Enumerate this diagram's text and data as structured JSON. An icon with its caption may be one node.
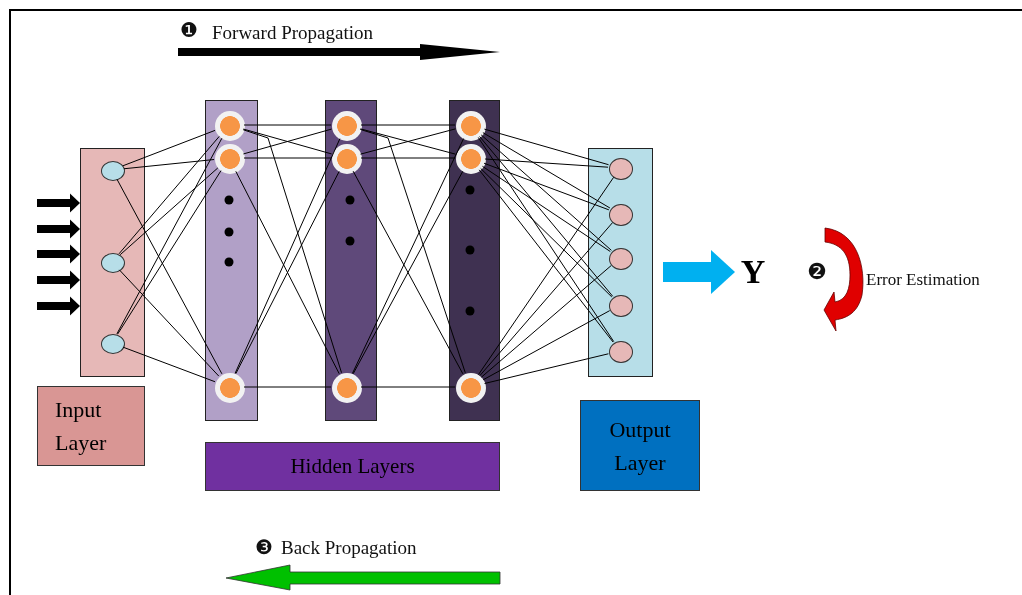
{
  "diagram": {
    "nodes": [
      {
        "text": [],
        "shape": "bar"
      },
      {
        "text": [],
        "shape": "circle",
        "in": 0
      },
      {
        "text": [],
        "shape": "circle",
        "in": 0
      },
      {
        "text": [],
        "shape": "circle",
        "in": 0
      },
      {
        "text": [],
        "shape": "bar"
      },
      {
        "text": [],
        "shape": "circle",
        "in": 4
      },
      {
        "text": [],
        "shape": "circle",
        "in": 4
      },
      {
        "text": [],
        "shape": "circle",
        "in": 4
      },
      {
        "text": [],
        "shape": "bar"
      },
      {
        "text": [],
        "shape": "circle",
        "in": 8
      },
      {
        "text": [],
        "shape": "circle",
        "in": 8
      },
      {
        "text": [],
        "shape": "circle",
        "in": 8
      },
      {
        "text": [],
        "shape": "bar"
      },
      {
        "text": [],
        "shape": "circle",
        "in": 12
      },
      {
        "text": [],
        "shape": "circle",
        "in": 12
      },
      {
        "text": [],
        "shape": "circle",
        "in": 12
      },
      {
        "text": [],
        "shape": "bar"
      },
      {
        "text": [],
        "shape": "circle",
        "in": 16
      },
      {
        "text": [],
        "shape": "circle",
        "in": 16
      },
      {
        "text": [],
        "shape": "circle",
        "in": 16
      },
      {
        "text": [],
        "shape": "circle",
        "in": 16
      },
      {
        "text": [],
        "shape": "circle",
        "in": 16
      },
      {
        "text": [
          "Y"
        ]
      },
      {
        "text": [
          "Input Layer"
        ]
      },
      {
        "text": [
          "Hidden Layers"
        ]
      },
      {
        "text": [
          "Output Layer"
        ]
      }
    ],
    "edges": [
      {
        "from": null,
        "to": 0,
        "arrow": "to",
        "style": "thick"
      },
      {
        "from": null,
        "to": 0,
        "arrow": "to",
        "style": "thick"
      },
      {
        "from": null,
        "to": 0,
        "arrow": "to",
        "style": "thick"
      },
      {
        "from": null,
        "to": 0,
        "arrow": "to",
        "style": "thick"
      },
      {
        "from": null,
        "to": 0,
        "arrow": "to",
        "style": "thick"
      },
      {
        "from": 1,
        "to": 5,
        "arrow": "none"
      },
      {
        "from": 1,
        "to": 6,
        "arrow": "none"
      },
      {
        "from": 1,
        "to": 7,
        "arrow": "none"
      },
      {
        "from": 2,
        "to": 5,
        "arrow": "none"
      },
      {
        "from": 2,
        "to": 6,
        "arrow": "none"
      },
      {
        "from": 2,
        "to": 7,
        "arrow": "none"
      },
      {
        "from": 3,
        "to": 5,
        "arrow": "none"
      },
      {
        "from": 3,
        "to": 6,
        "arrow": "none"
      },
      {
        "from": 3,
        "to": 7,
        "arrow": "none"
      },
      {
        "from": 5,
        "to": 9,
        "arrow": "none"
      },
      {
        "from": 5,
        "to": 10,
        "arrow": "none"
      },
      {
        "from": 5,
        "to": 11,
        "arrow": "none"
      },
      {
        "from": 6,
        "to": 9,
        "arrow": "none"
      },
      {
        "from": 6,
        "to": 10,
        "arrow": "none"
      },
      {
        "from": 6,
        "to": 11,
        "arrow": "none"
      },
      {
        "from": 7,
        "to": 9,
        "arrow": "none"
      },
      {
        "from": 7,
        "to": 10,
        "arrow": "none"
      },
      {
        "from": 7,
        "to": 11,
        "arrow": "none"
      },
      {
        "from": 9,
        "to": 13,
        "arrow": "none"
      },
      {
        "from": 9,
        "to": 14,
        "arrow": "none"
      },
      {
        "from": 9,
        "to": 15,
        "arrow": "none"
      },
      {
        "from": 10,
        "to": 13,
        "arrow": "none"
      },
      {
        "from": 10,
        "to": 14,
        "arrow": "none"
      },
      {
        "from": 10,
        "to": 15,
        "arrow": "none"
      },
      {
        "from": 11,
        "to": 13,
        "arrow": "none"
      },
      {
        "from": 11,
        "to": 14,
        "arrow": "none"
      },
      {
        "from": 11,
        "to": 15,
        "arrow": "none"
      },
      {
        "from": 13,
        "to": 17,
        "arrow": "none"
      },
      {
        "from": 13,
        "to": 18,
        "arrow": "none"
      },
      {
        "from": 13,
        "to": 19,
        "arrow": "none"
      },
      {
        "from": 13,
        "to": 20,
        "arrow": "none"
      },
      {
        "from": 13,
        "to": 21,
        "arrow": "none"
      },
      {
        "from": 14,
        "to": 17,
        "arrow": "none"
      },
      {
        "from": 14,
        "to": 18,
        "arrow": "none"
      },
      {
        "from": 14,
        "to": 19,
        "arrow": "none"
      },
      {
        "from": 14,
        "to": 20,
        "arrow": "none"
      },
      {
        "from": 14,
        "to": 21,
        "arrow": "none"
      },
      {
        "from": 15,
        "to": 17,
        "arrow": "none"
      },
      {
        "from": 15,
        "to": 18,
        "arrow": "none"
      },
      {
        "from": 15,
        "to": 19,
        "arrow": "none"
      },
      {
        "from": 15,
        "to": 20,
        "arrow": "none"
      },
      {
        "from": 15,
        "to": 21,
        "arrow": "none"
      },
      {
        "from": 16,
        "to": 22,
        "arrow": "to",
        "style": "thick",
        "color": "#00b0f0"
      }
    ],
    "labels": [
      "❶",
      "Forward Propagation",
      "❷",
      "Error Estimation",
      "❸",
      "Back Propagation"
    ]
  }
}
